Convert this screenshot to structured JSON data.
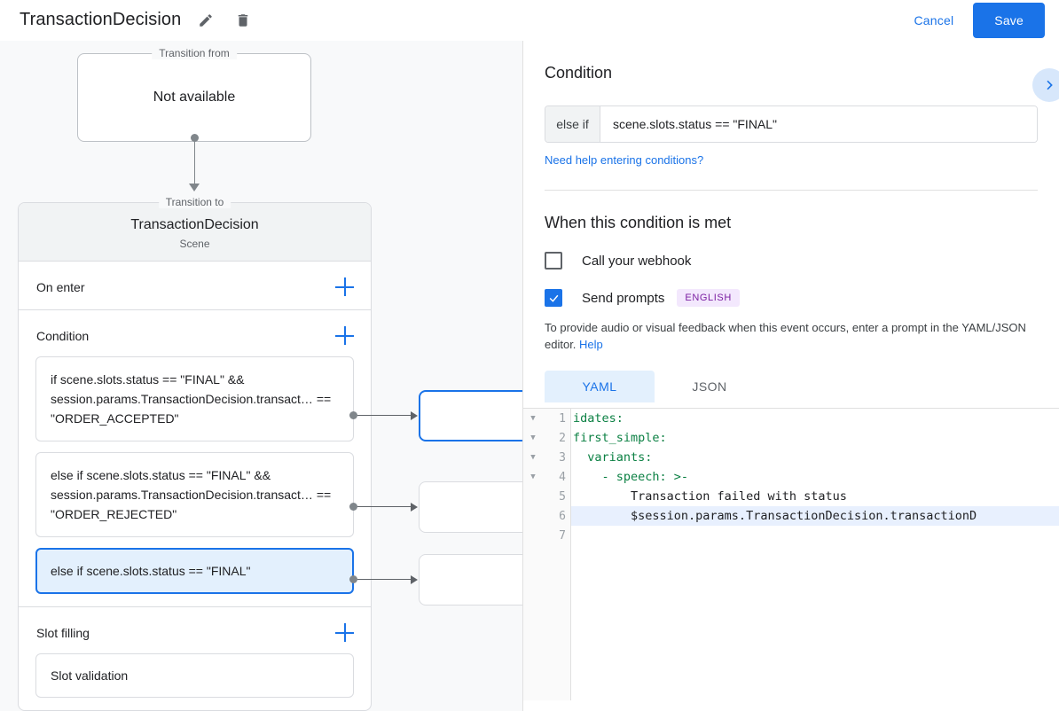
{
  "header": {
    "title": "TransactionDecision",
    "edit_icon": "pencil-icon",
    "delete_icon": "trash-icon",
    "cancel_label": "Cancel",
    "save_label": "Save",
    "accent_color": "#1a73e8"
  },
  "canvas": {
    "transition_from": {
      "legend": "Transition from",
      "value": "Not available"
    },
    "scene": {
      "legend": "Transition to",
      "title": "TransactionDecision",
      "subtitle": "Scene"
    },
    "sections": [
      {
        "label": "On enter",
        "add_icon": "plus-icon"
      },
      {
        "label": "Condition",
        "add_icon": "plus-icon"
      },
      {
        "label": "Slot filling",
        "add_icon": "plus-icon"
      }
    ],
    "conditions": [
      {
        "text": "if scene.slots.status == \"FINAL\" && session.params.TransactionDecision.transact… == \"ORDER_ACCEPTED\"",
        "selected": false
      },
      {
        "text": "else if scene.slots.status == \"FINAL\" && session.params.TransactionDecision.transact… == \"ORDER_REJECTED\"",
        "selected": false
      },
      {
        "text": "else if scene.slots.status == \"FINAL\"",
        "selected": true
      }
    ],
    "slot_filling": {
      "label": "Slot validation"
    }
  },
  "panel": {
    "title": "Condition",
    "collapse_icon": "chevron-right-icon",
    "condition": {
      "prefix": "else if",
      "value": "scene.slots.status == \"FINAL\"",
      "placeholder": "",
      "help_link": "Need help entering conditions?"
    },
    "when_met": {
      "title": "When this condition is met",
      "webhook": {
        "label": "Call your webhook",
        "checked": false
      },
      "prompts": {
        "label": "Send prompts",
        "checked": true,
        "badge": "ENGLISH"
      },
      "hint_text": "To provide audio or visual feedback when this event occurs, enter a prompt in the YAML/JSON editor. ",
      "hint_link": "Help"
    },
    "tabs": [
      {
        "label": "YAML",
        "active": true
      },
      {
        "label": "JSON",
        "active": false
      }
    ],
    "editor": {
      "lines": [
        {
          "n": "1",
          "fold": true,
          "indent": "",
          "key": "idates:",
          "rest": "",
          "highlight": false
        },
        {
          "n": "2",
          "fold": true,
          "indent": "",
          "key": "first_simple:",
          "rest": "",
          "highlight": false
        },
        {
          "n": "3",
          "fold": true,
          "indent": "  ",
          "key": "variants:",
          "rest": "",
          "highlight": false
        },
        {
          "n": "4",
          "fold": true,
          "indent": "    ",
          "key": "- speech: >-",
          "rest": "",
          "highlight": false
        },
        {
          "n": "5",
          "fold": false,
          "indent": "        ",
          "key": "",
          "rest": "Transaction failed with status",
          "highlight": false
        },
        {
          "n": "6",
          "fold": false,
          "indent": "        ",
          "key": "",
          "rest": "$session.params.TransactionDecision.transactionD",
          "highlight": true
        },
        {
          "n": "7",
          "fold": false,
          "indent": "",
          "key": "",
          "rest": "",
          "highlight": false
        }
      ]
    }
  }
}
